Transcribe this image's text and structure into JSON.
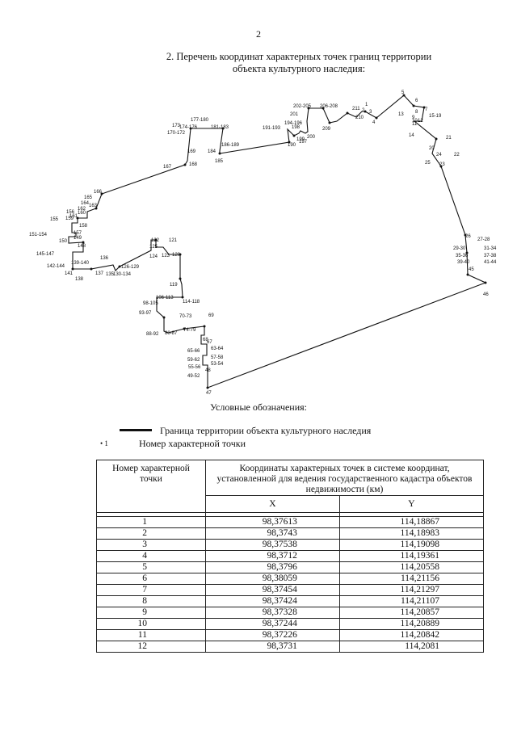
{
  "page_number": "2",
  "title_line1": "2. Перечень координат характерных точек границ территории",
  "title_line2": "объекта культурного наследия:",
  "map_point_labels": [
    "1",
    "2",
    "3",
    "4",
    "5",
    "6",
    "7",
    "8",
    "9",
    "10",
    "11",
    "12",
    "13",
    "14",
    "15-19",
    "20",
    "21",
    "22",
    "23",
    "24",
    "25",
    "26",
    "27-28",
    "29-30",
    "31-34",
    "35-36",
    "37-38",
    "39-40",
    "41-44",
    "45",
    "46",
    "47",
    "48",
    "49-52",
    "53-54",
    "55-56",
    "57-58",
    "59-62",
    "63-64",
    "65-66",
    "67",
    "68",
    "69",
    "70-73",
    "74-79",
    "80-87",
    "88-92",
    "93-97",
    "98-105",
    "106-113",
    "114-118",
    "119",
    "120",
    "121",
    "122",
    "123",
    "124",
    "125",
    "126-129",
    "130-134",
    "135",
    "136",
    "137",
    "138",
    "139-140",
    "141",
    "142-144",
    "145-147",
    "148",
    "149",
    "150",
    "151-154",
    "155",
    "156",
    "157",
    "158",
    "159",
    "160",
    "161",
    "162",
    "163",
    "164",
    "165",
    "166",
    "167",
    "168",
    "169",
    "170-172",
    "173",
    "174-176",
    "177-180",
    "181-183",
    "184",
    "185",
    "186-189",
    "190",
    "191-193",
    "194-196",
    "197",
    "198",
    "199",
    "200",
    "201",
    "202-205",
    "206-208",
    "209",
    "210",
    "211"
  ],
  "legend": {
    "title": "Условные обозначения:",
    "boundary": "Граница территории объекта культурного наследия",
    "point_symbol": "• 1",
    "point": "Номер характерной точки"
  },
  "table": {
    "col_number": "Номер характерной точки",
    "col_coords": "Координаты характерных точек в системе координат, установленной для ведения государственного кадастра объектов недвижимости (км)",
    "col_x": "X",
    "col_y": "Y",
    "rows": [
      {
        "n": "1",
        "x": "98,37613",
        "y": "114,18867"
      },
      {
        "n": "2",
        "x": "98,3743",
        "y": "114,18983"
      },
      {
        "n": "3",
        "x": "98,37538",
        "y": "114,19098"
      },
      {
        "n": "4",
        "x": "98,3712",
        "y": "114,19361"
      },
      {
        "n": "5",
        "x": "98,3796",
        "y": "114,20558"
      },
      {
        "n": "6",
        "x": "98,38059",
        "y": "114,21156"
      },
      {
        "n": "7",
        "x": "98,37454",
        "y": "114,21297"
      },
      {
        "n": "8",
        "x": "98,37424",
        "y": "114,21107"
      },
      {
        "n": "9",
        "x": "98,37328",
        "y": "114,20857"
      },
      {
        "n": "10",
        "x": "98,37244",
        "y": "114,20889"
      },
      {
        "n": "11",
        "x": "98,37226",
        "y": "114,20842"
      },
      {
        "n": "12",
        "x": "98,3731",
        "y": "114,2081"
      }
    ]
  }
}
